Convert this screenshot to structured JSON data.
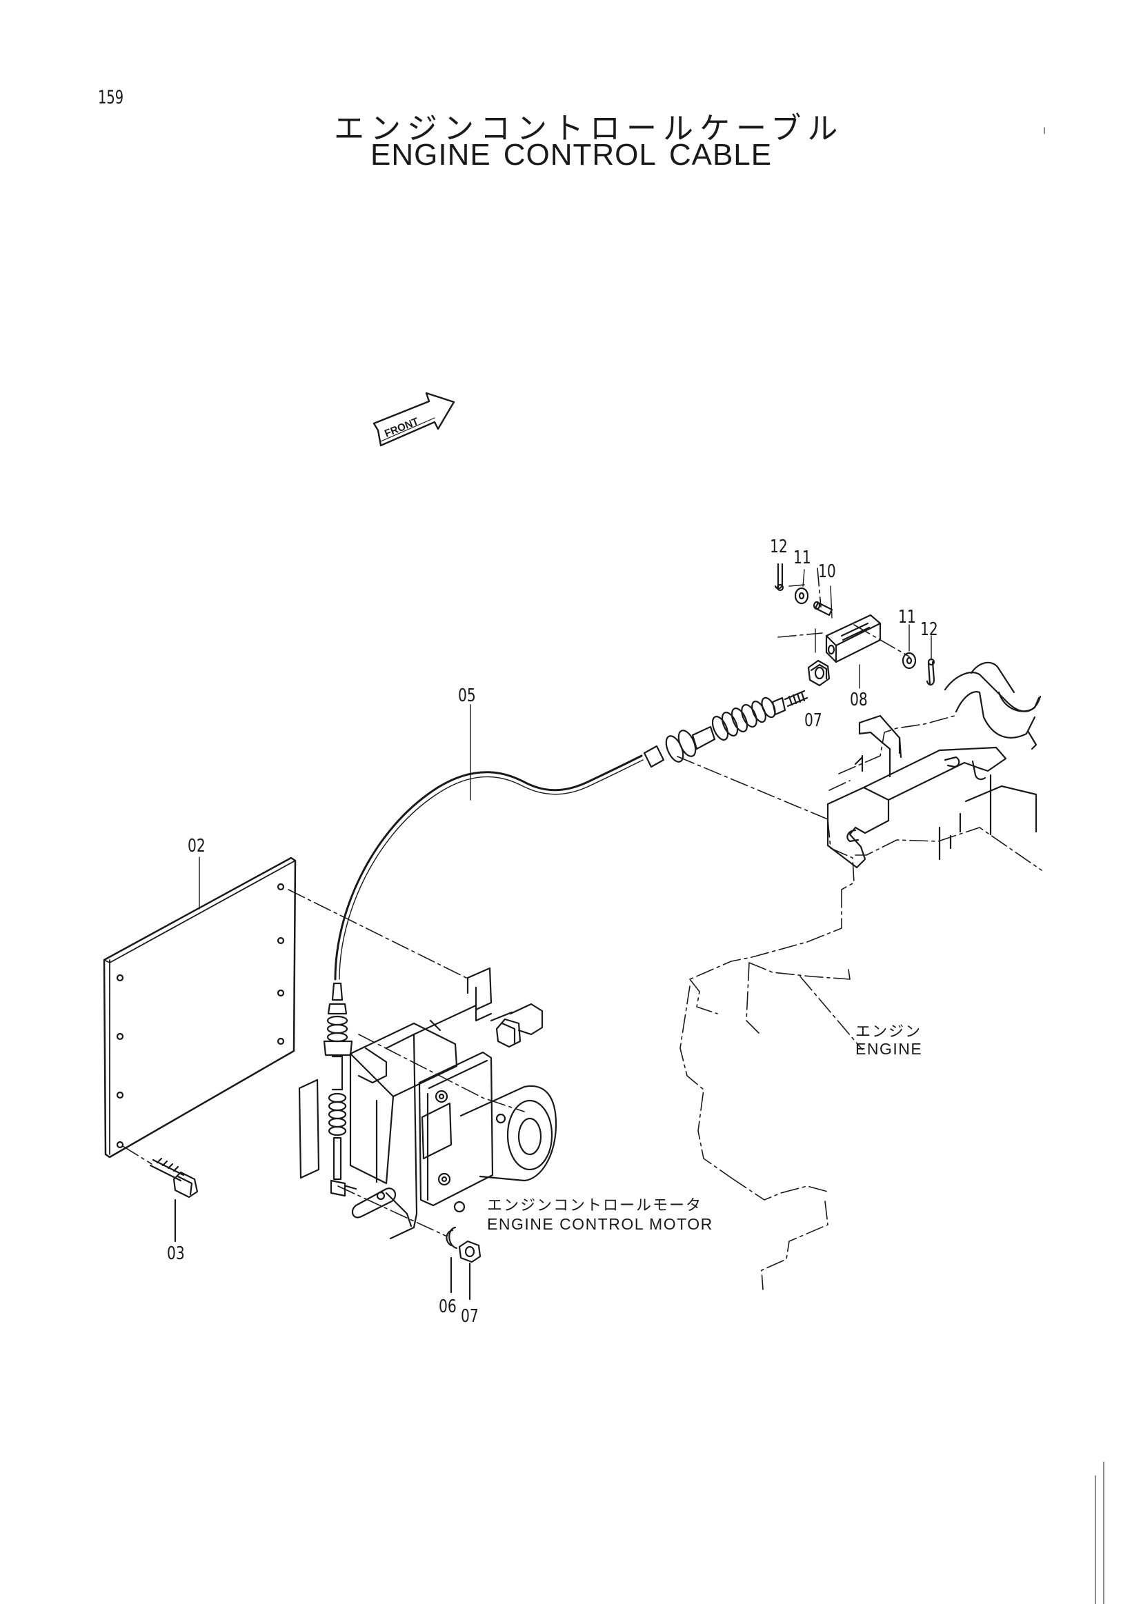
{
  "page": {
    "number": "159",
    "title_jp": "エンジンコントロールケーブル",
    "title_en_words": [
      "ENGINE",
      "CONTROL",
      "CABLE"
    ]
  },
  "front_arrow": {
    "label": "FRONT"
  },
  "labels": {
    "engine_jp": "エンジン",
    "engine_en": "ENGINE",
    "motor_jp": "エンジンコントロールモータ",
    "motor_en": "ENGINE CONTROL MOTOR"
  },
  "callouts": {
    "c02": "02",
    "c03": "03",
    "c05": "05",
    "c06": "06",
    "c07a": "07",
    "c07b": "07",
    "c08": "08",
    "c10": "10",
    "c11a": "11",
    "c11b": "11",
    "c12a": "12",
    "c12b": "12"
  },
  "colors": {
    "ink": "#1a1a1a",
    "paper": "#ffffff"
  }
}
